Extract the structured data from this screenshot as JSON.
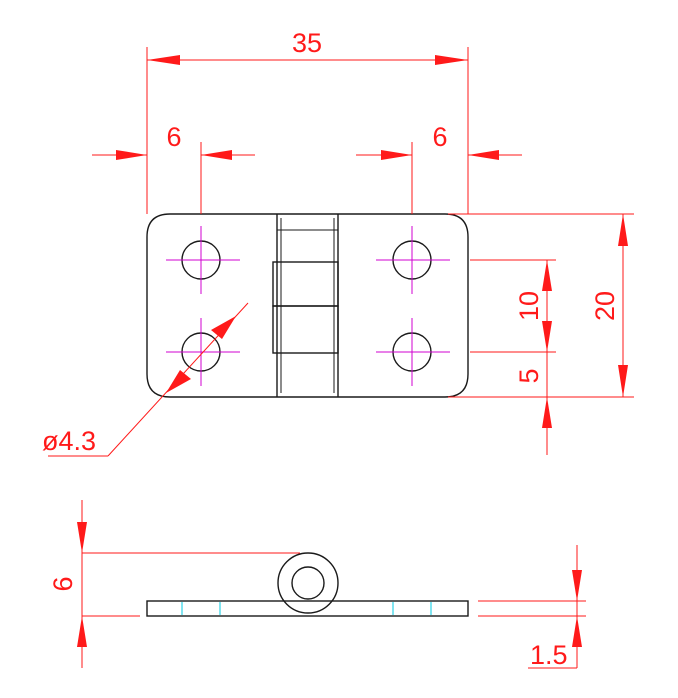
{
  "drawing": {
    "dimensions": {
      "overall_width": "35",
      "left_hole_offset": "6",
      "right_hole_offset": "6",
      "hole_spacing": "10",
      "overall_height": "20",
      "bottom_hole_offset": "5",
      "hole_diameter": "ø4.3",
      "side_height": "6",
      "thickness": "1.5"
    },
    "colors": {
      "object_line": "#1a1a1a",
      "dimension_line": "#ff1a1a",
      "center_line": "#d000d0",
      "hidden_mark": "#00c8e0"
    }
  }
}
